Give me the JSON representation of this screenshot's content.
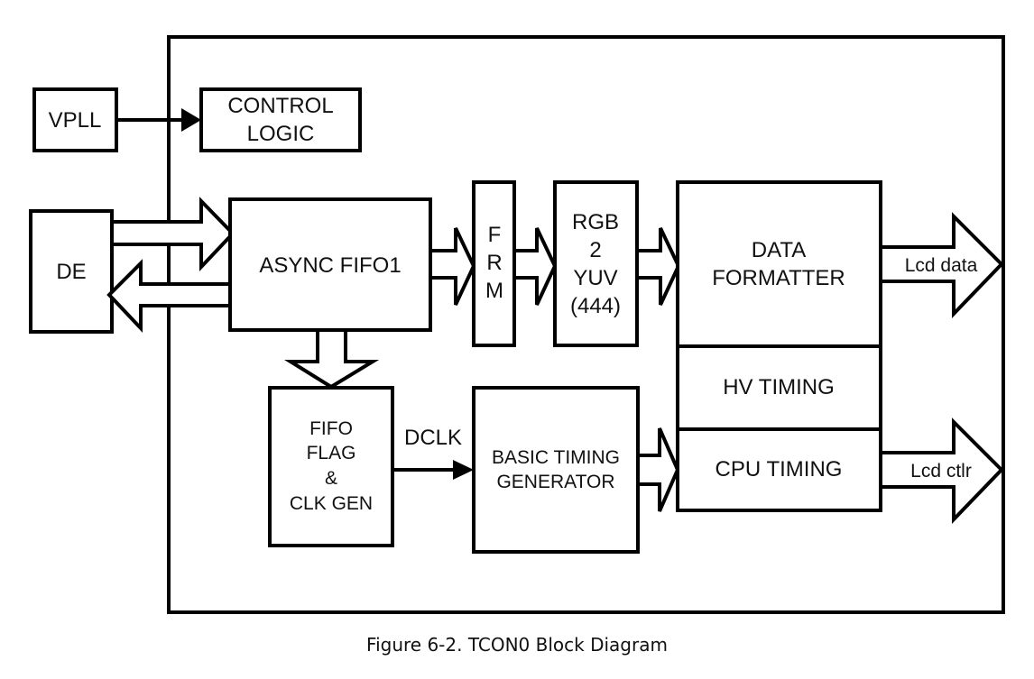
{
  "diagram": {
    "title": "TCON0 Block Diagram",
    "blocks": {
      "vpll": [
        "VPLL"
      ],
      "control_logic": [
        "CONTROL",
        "LOGIC"
      ],
      "de": [
        "DE"
      ],
      "async_fifo1": [
        "ASYNC FIFO1"
      ],
      "frm": [
        "F",
        "R",
        "M"
      ],
      "rgb2yuv": [
        "RGB",
        "2",
        "YUV",
        "(444)"
      ],
      "data_formatter": [
        "DATA",
        "FORMATTER"
      ],
      "hv_timing": [
        "HV TIMING"
      ],
      "cpu_timing": [
        "CPU TIMING"
      ],
      "fifo_flag_clk_gen": [
        "FIFO",
        "FLAG",
        "&",
        "CLK GEN"
      ],
      "basic_timing_generator": [
        "BASIC TIMING",
        "GENERATOR"
      ]
    },
    "signals": {
      "dclk": "DCLK",
      "lcd_data": "Lcd data",
      "lcd_ctlr": "Lcd ctlr"
    },
    "connections": [
      {
        "from": "VPLL",
        "to": "CONTROL LOGIC",
        "kind": "line-arrow"
      },
      {
        "from": "DE",
        "to": "ASYNC FIFO1",
        "kind": "bus"
      },
      {
        "from": "ASYNC FIFO1",
        "to": "DE",
        "kind": "bus"
      },
      {
        "from": "ASYNC FIFO1",
        "to": "FRM",
        "kind": "bus"
      },
      {
        "from": "FRM",
        "to": "RGB 2 YUV (444)",
        "kind": "bus"
      },
      {
        "from": "RGB 2 YUV (444)",
        "to": "DATA FORMATTER",
        "kind": "bus"
      },
      {
        "from": "ASYNC FIFO1",
        "to": "FIFO FLAG & CLK GEN",
        "kind": "bus"
      },
      {
        "from": "FIFO FLAG & CLK GEN",
        "to": "BASIC TIMING GENERATOR",
        "kind": "line-arrow",
        "label": "DCLK"
      },
      {
        "from": "BASIC TIMING GENERATOR",
        "to": "CPU TIMING",
        "kind": "bus"
      },
      {
        "from": "DATA FORMATTER",
        "to": "output",
        "kind": "bus",
        "label": "Lcd data"
      },
      {
        "from": "CPU TIMING",
        "to": "output",
        "kind": "bus",
        "label": "Lcd ctlr"
      }
    ]
  },
  "caption": "Figure 6-2. TCON0 Block Diagram"
}
